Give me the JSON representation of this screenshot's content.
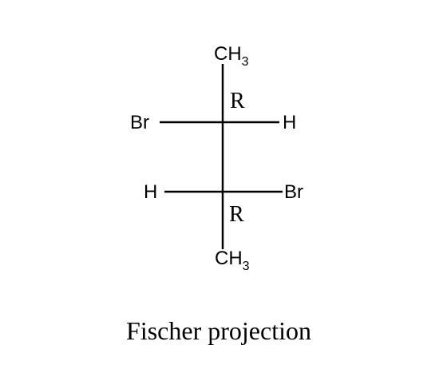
{
  "top_group": {
    "main": "CH",
    "sub": "3"
  },
  "bottom_group": {
    "main": "CH",
    "sub": "3"
  },
  "upper_center": {
    "left_substituent": "Br",
    "right_substituent": "H",
    "configuration": "R"
  },
  "lower_center": {
    "left_substituent": "H",
    "right_substituent": "Br",
    "configuration": "R"
  },
  "caption": "Fischer projection",
  "colors": {
    "ink": "#000000",
    "background": "#ffffff"
  }
}
